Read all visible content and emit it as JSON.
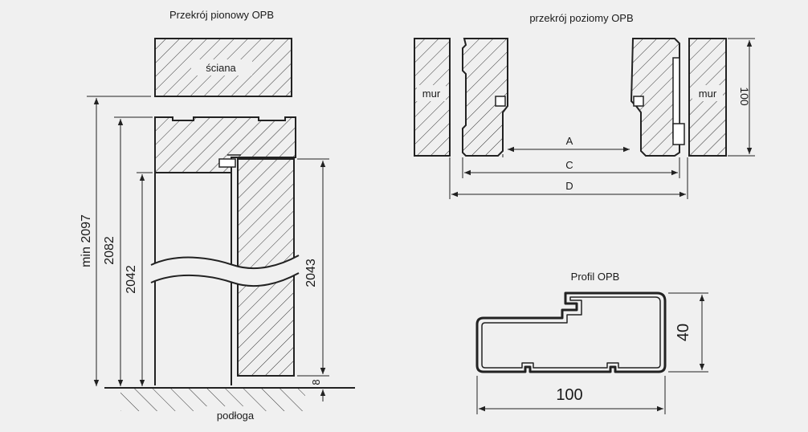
{
  "vertical_section": {
    "title": "Przekrój pionowy OPB",
    "wall_label": "ściana",
    "floor_label": "podłoga",
    "dim_min": "min 2097",
    "dim_2082": "2082",
    "dim_2042": "2042",
    "dim_2043": "2043",
    "dim_8": "8"
  },
  "horizontal_section": {
    "title": "przekrój poziomy OPB",
    "mur_left": "mur",
    "mur_right": "mur",
    "dim_a": "A",
    "dim_c": "C",
    "dim_d": "D",
    "dim_100": "100"
  },
  "profile": {
    "title": "Profil OPB",
    "dim_width": "100",
    "dim_height": "40"
  }
}
